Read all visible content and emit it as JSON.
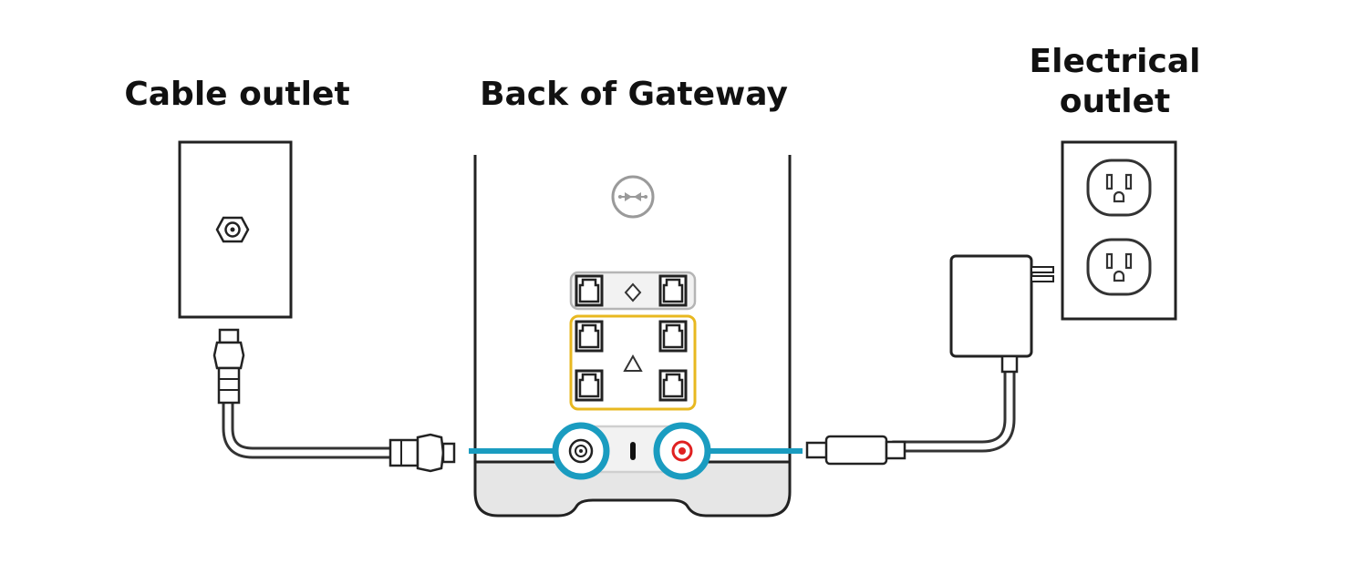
{
  "labels": {
    "cable_outlet": "Cable outlet",
    "back_of_gateway": "Back of Gateway",
    "electrical_outlet_line1": "Electrical",
    "electrical_outlet_line2": "outlet"
  },
  "colors": {
    "highlight_cyan": "#1a9cc0",
    "ethernet_yellow": "#e8b820",
    "power_red": "#e02020",
    "outline": "#222222",
    "base_gray": "#e6e6e6"
  },
  "icons": {
    "coax_port": "coax-port-icon",
    "power_port": "power-port-icon",
    "ethernet_port": "ethernet-port-icon",
    "wan_symbol": "diamond-icon",
    "lan_symbol": "triangle-icon",
    "wifi_button": "wifi-pairing-icon"
  }
}
